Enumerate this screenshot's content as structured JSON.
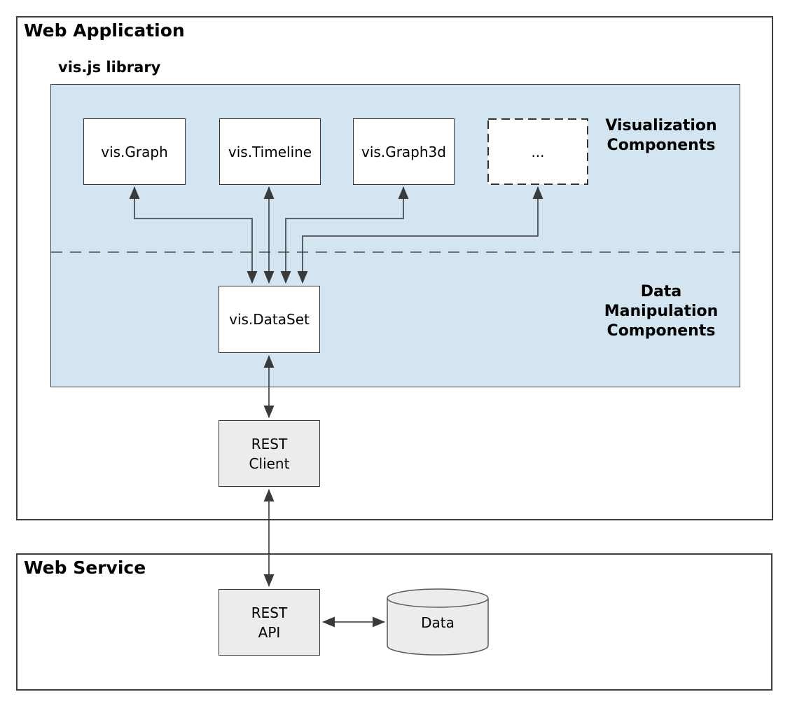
{
  "web_application": {
    "title": "Web Application",
    "visjs_library": {
      "title": "vis.js library",
      "components": [
        {
          "id": "vis-graph",
          "label": "vis.Graph"
        },
        {
          "id": "vis-timeline",
          "label": "vis.Timeline"
        },
        {
          "id": "vis-graph3d",
          "label": "vis.Graph3d"
        },
        {
          "id": "more",
          "label": "..."
        }
      ],
      "section_labels": {
        "visualization": "Visualization\nComponents",
        "data_manipulation": "Data\nManipulation\nComponents"
      },
      "dataset": {
        "label": "vis.DataSet"
      }
    },
    "rest_client": {
      "label": "REST\nClient"
    }
  },
  "web_service": {
    "title": "Web Service",
    "rest_api": {
      "label": "REST\nAPI"
    },
    "database": {
      "label": "Data"
    }
  },
  "connections": [
    {
      "from": "vis.Graph",
      "to": "vis.DataSet",
      "bidirectional": true
    },
    {
      "from": "vis.Timeline",
      "to": "vis.DataSet",
      "bidirectional": true
    },
    {
      "from": "vis.Graph3d",
      "to": "vis.DataSet",
      "bidirectional": true
    },
    {
      "from": "...",
      "to": "vis.DataSet",
      "bidirectional": true
    },
    {
      "from": "vis.DataSet",
      "to": "REST Client",
      "bidirectional": true
    },
    {
      "from": "REST Client",
      "to": "REST API",
      "bidirectional": true
    },
    {
      "from": "REST API",
      "to": "Data",
      "bidirectional": true
    }
  ],
  "colors": {
    "library_panel_blue": "#d3e5f1",
    "service_box_gray": "#ececec",
    "connector_dark": "#3a3a3a",
    "border_dark": "#3f3f3f"
  }
}
